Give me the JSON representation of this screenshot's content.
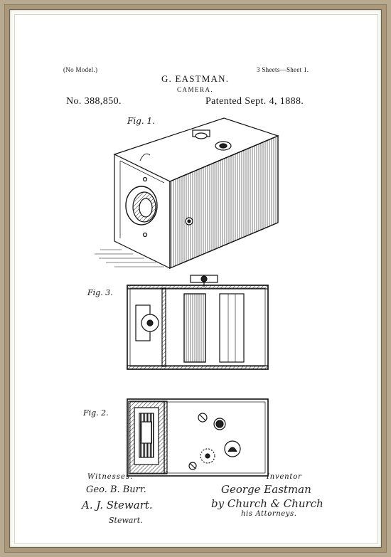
{
  "header": {
    "model_note": "(No Model.)",
    "sheets": "3 Sheets—Sheet 1.",
    "inventor_name": "G. EASTMAN.",
    "subject": "CAMERA.",
    "patent_number": "No. 388,850.",
    "patent_date": "Patented Sept. 4, 1888."
  },
  "figures": {
    "fig1_label": "Fig. 1.",
    "fig3_label": "Fig. 3.",
    "fig2_label": "Fig. 2."
  },
  "footer": {
    "witnesses_label": "Witnesses.",
    "inventor_label": "Inventor",
    "witness_1": "Geo. B. Burr.",
    "witness_2": "A. J. Stewart.",
    "witness_3": "Stewart.",
    "inventor_signature": "George Eastman",
    "attorneys_signature": "by Church & Church",
    "attorneys_label": "his Attorneys."
  }
}
